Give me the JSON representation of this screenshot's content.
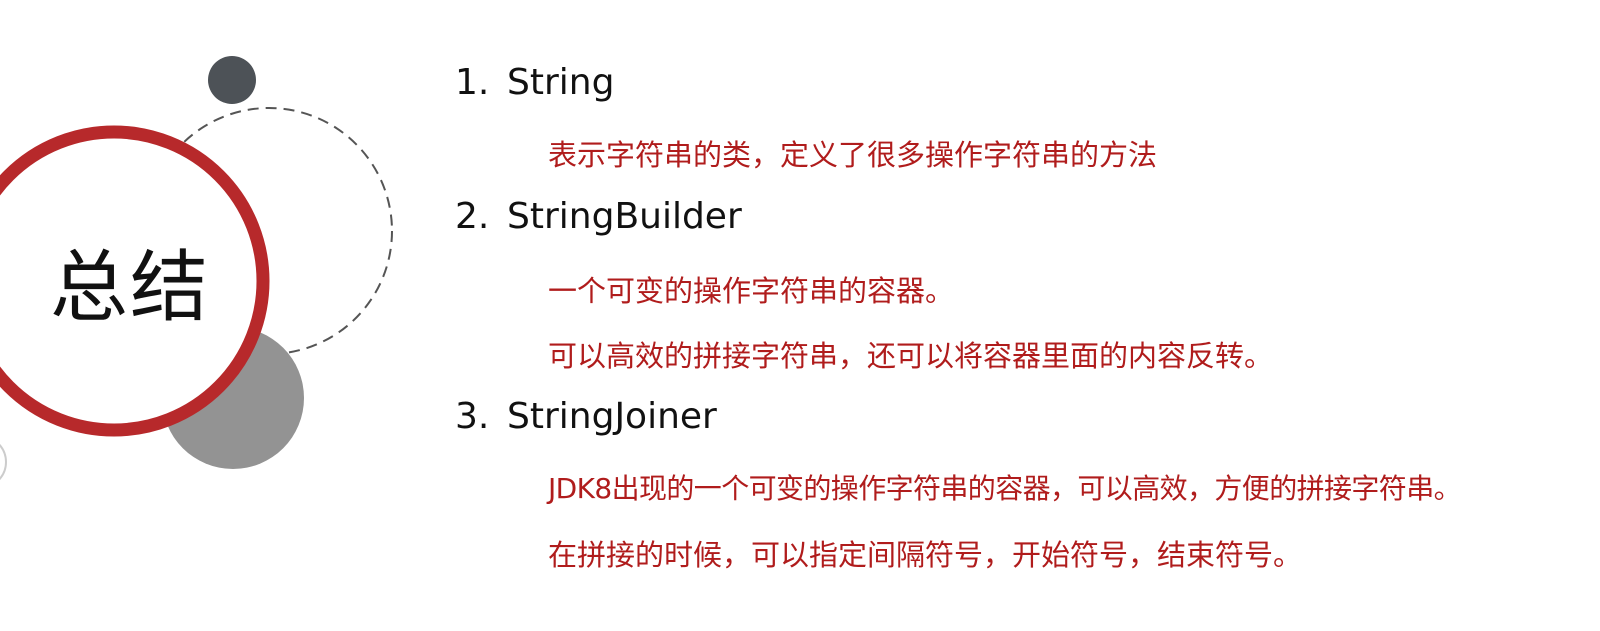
{
  "title": "总结",
  "colors": {
    "accent_red": "#b7292b",
    "desc_red": "#b01c1c",
    "dark_dot": "#4d5257",
    "gray_circle": "#939393",
    "dashed_ring": "#555555"
  },
  "items": [
    {
      "number": "1.",
      "heading": "String",
      "descriptions": [
        "表示字符串的类，定义了很多操作字符串的方法"
      ]
    },
    {
      "number": "2.",
      "heading": "StringBuilder",
      "descriptions": [
        "一个可变的操作字符串的容器。",
        "可以高效的拼接字符串，还可以将容器里面的内容反转。"
      ]
    },
    {
      "number": "3.",
      "heading": "StringJoiner",
      "descriptions": [
        "JDK8出现的一个可变的操作字符串的容器，可以高效，方便的拼接字符串。",
        "在拼接的时候，可以指定间隔符号，开始符号，结束符号。"
      ]
    }
  ]
}
